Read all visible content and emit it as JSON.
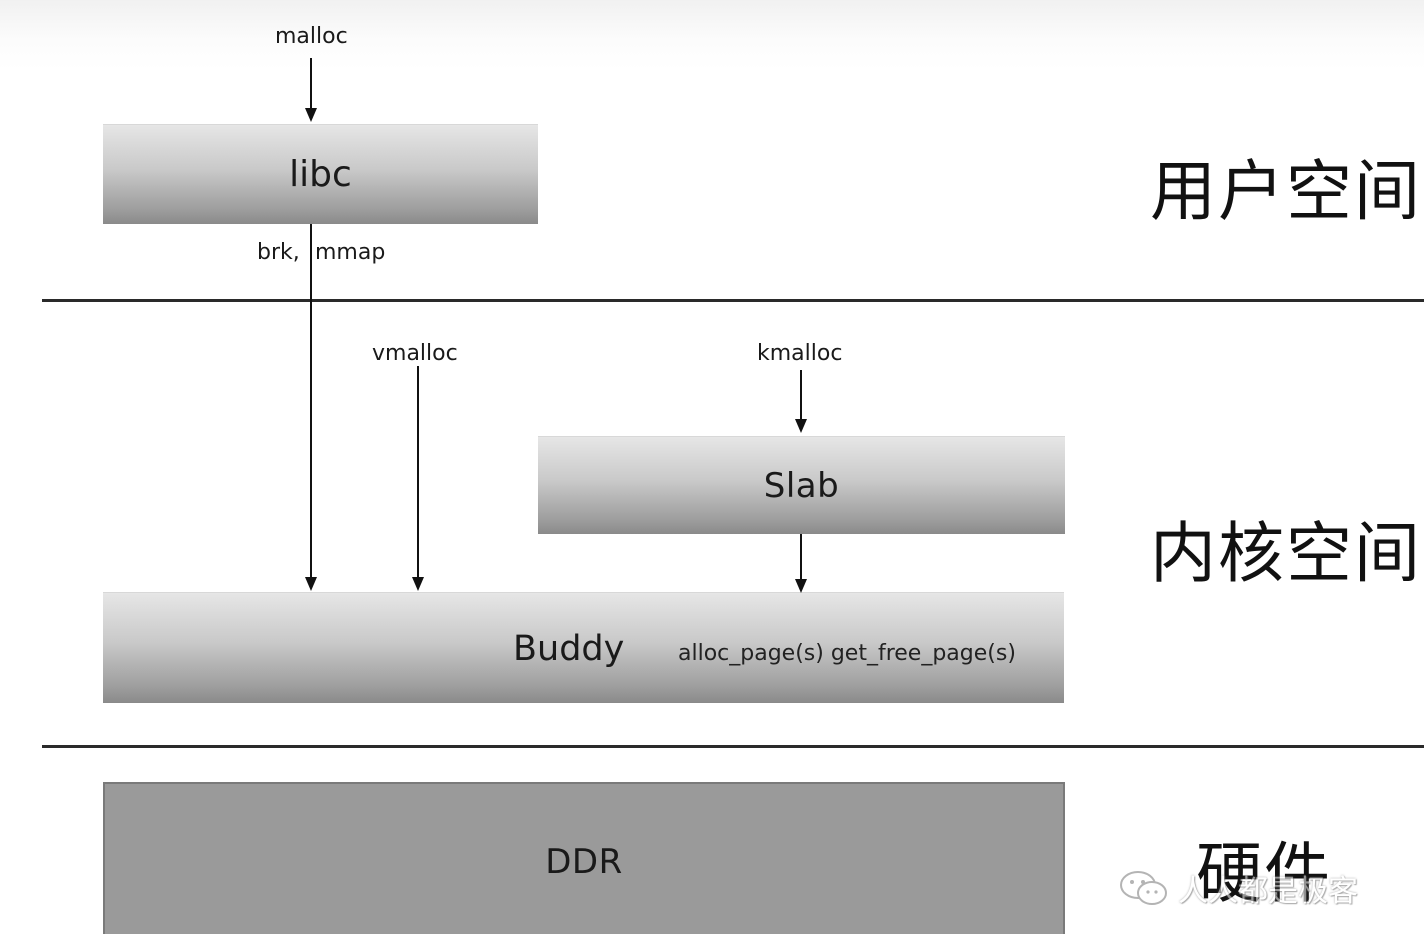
{
  "calls": {
    "malloc": "malloc",
    "brk": "brk,",
    "mmap": "mmap",
    "vmalloc": "vmalloc",
    "kmalloc": "kmalloc"
  },
  "boxes": {
    "libc": "libc",
    "slab": "Slab",
    "buddy": "Buddy",
    "buddy_apis": "alloc_page(s) get_free_page(s)",
    "ddr": "DDR"
  },
  "zones": {
    "user_space": "用户空间",
    "kernel_space": "内核空间",
    "hardware": "硬件"
  },
  "watermark": {
    "icon": "wechat-icon",
    "text": "人人都是极客"
  }
}
